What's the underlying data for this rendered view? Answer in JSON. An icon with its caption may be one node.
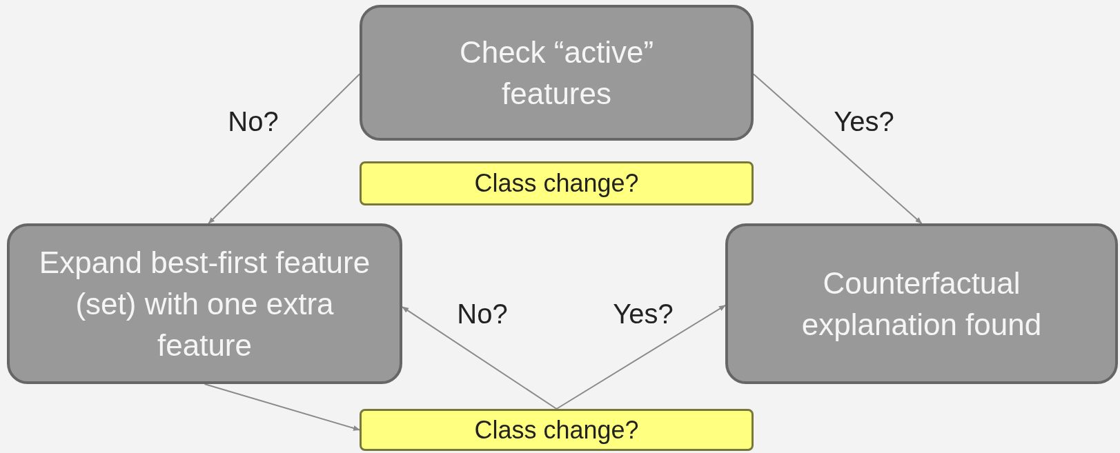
{
  "diagram": {
    "nodes": [
      {
        "text": [
          "Check “active” features"
        ]
      },
      {
        "text": [
          "Class change?"
        ]
      },
      {
        "text": [
          "Expand best-first feature (set) with one extra feature"
        ]
      },
      {
        "text": [
          "Counterfactual explanation found"
        ]
      },
      {
        "text": [
          "Class change?"
        ]
      }
    ],
    "edges": [
      {
        "from": 0,
        "to": 2,
        "arrow": "to",
        "label": "No?"
      },
      {
        "from": 0,
        "to": 3,
        "arrow": "to",
        "label": "Yes?"
      },
      {
        "from": 2,
        "to": 4,
        "arrow": "to"
      },
      {
        "from": 4,
        "to": 2,
        "arrow": "to",
        "label": "No?"
      },
      {
        "from": 4,
        "to": 3,
        "arrow": "to",
        "label": "Yes?"
      }
    ]
  }
}
